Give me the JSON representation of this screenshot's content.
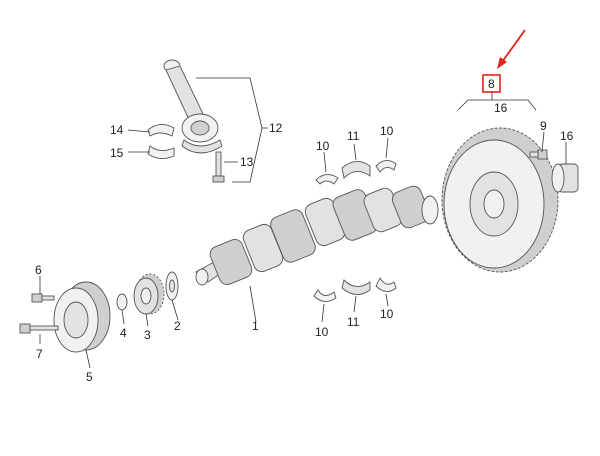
{
  "colors": {
    "highlight": "#e2231a",
    "arrow": "#e2231a",
    "part_fill_dark": "#cfcfcf",
    "part_fill_light": "#f1f1f1",
    "outline": "#555555"
  },
  "labels": {
    "crankshaft": "1",
    "thrust_washer": "2",
    "sprocket": "3",
    "spacer_ring": "4",
    "vibration_damper": "5",
    "damper_bolt_top": "6",
    "damper_bolt_bottom": "7",
    "flywheel": "8",
    "flywheel_bolt": "9",
    "thrust_washer_upper_left": "10",
    "thrust_washer_upper_right": "10",
    "thrust_washer_lower_left": "10",
    "thrust_washer_lower_right": "10",
    "main_bearing_upper": "11",
    "main_bearing_lower": "11",
    "connecting_rod": "12",
    "rod_bolt": "13",
    "rod_bearing_upper": "14",
    "rod_bearing_lower": "15",
    "flywheel_bolt_set": "16",
    "pilot_bearing": "16"
  }
}
